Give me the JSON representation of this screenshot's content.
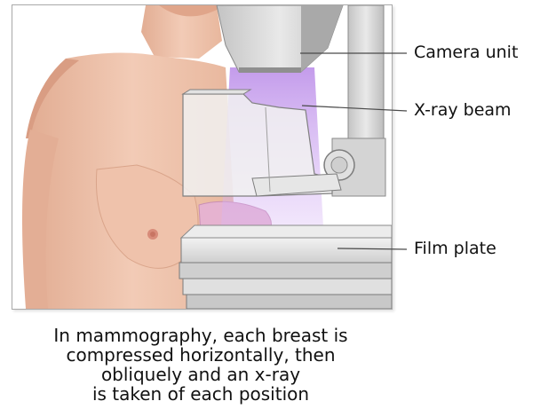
{
  "labels": {
    "camera_unit": "Camera unit",
    "xray_beam": "X-ray beam",
    "film_plate": "Film plate"
  },
  "caption": {
    "line1": "In mammography, each breast is",
    "line2": "compressed horizontally, then",
    "line3": "obliquely and an x-ray",
    "line4": "is taken of each position"
  },
  "colors": {
    "skin": "#efc7b0",
    "beam": "#c89ef0",
    "machine": "#dcdcdc",
    "frame_border": "#a9a9a9"
  }
}
